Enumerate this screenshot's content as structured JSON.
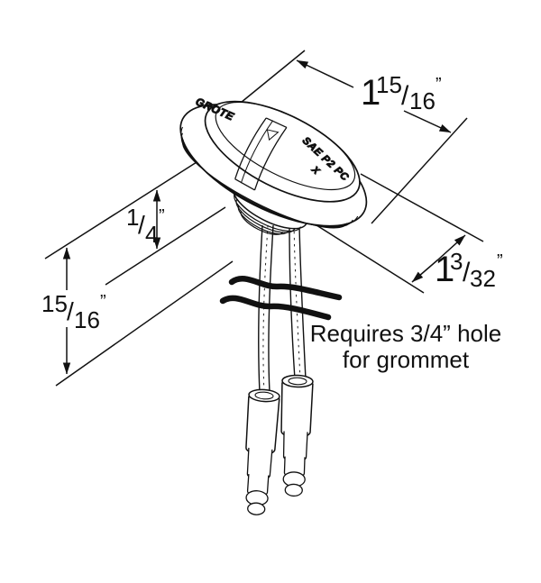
{
  "lamp": {
    "brand": "GROTE",
    "lens_marking_line1": "SAE P2 PC",
    "lens_marking_line2": "X"
  },
  "dimensions": {
    "length": {
      "whole": "1",
      "numerator": "15",
      "slash": "/",
      "denominator": "16",
      "unit": "”"
    },
    "lens_height": {
      "numerator": "1",
      "slash": "/",
      "denominator": "4",
      "unit": "”"
    },
    "width": {
      "whole": "1",
      "numerator": "3",
      "slash": "/",
      "denominator": "32",
      "unit": "”"
    },
    "mounting_depth": {
      "numerator": "15",
      "slash": "/",
      "denominator": "16",
      "unit": "”"
    }
  },
  "note": {
    "line1": "Requires 3/4” hole",
    "line2": "for grommet"
  },
  "colors": {
    "ink": "#111111",
    "paper": "#ffffff"
  }
}
